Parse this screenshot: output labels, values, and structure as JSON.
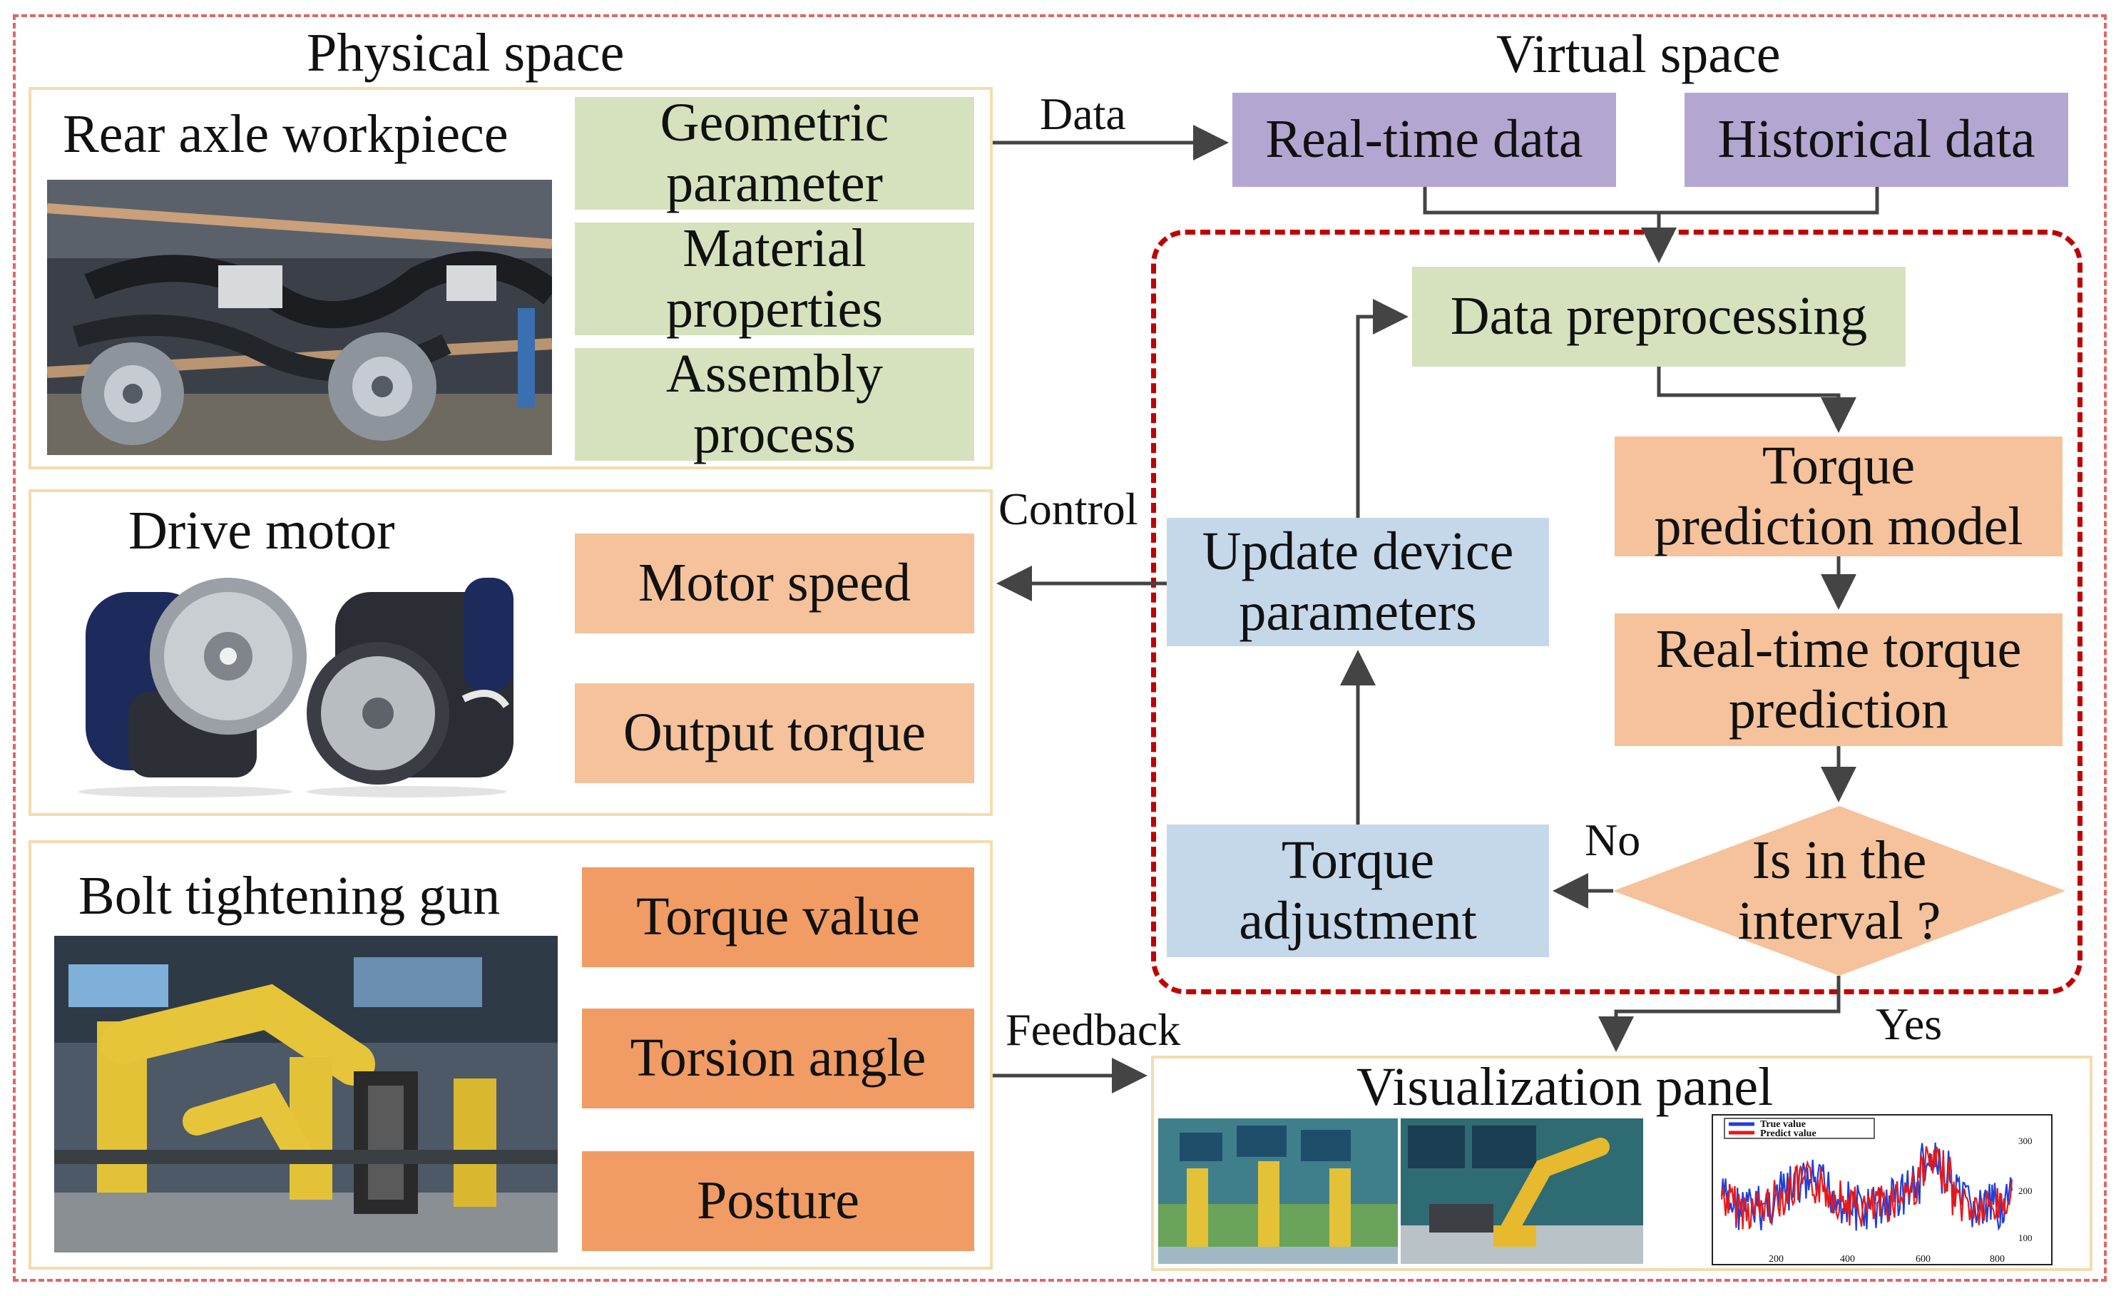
{
  "physical": {
    "title": "Physical space",
    "rear_axle": {
      "title": "Rear axle workpiece",
      "items": [
        "Geometric\nparameter",
        "Material\nproperties",
        "Assembly\nprocess"
      ]
    },
    "drive_motor": {
      "title": "Drive motor",
      "items": [
        "Motor speed",
        "Output torque"
      ]
    },
    "bolt_gun": {
      "title": "Bolt tightening gun",
      "items": [
        "Torque value",
        "Torsion angle",
        "Posture"
      ]
    }
  },
  "virtual": {
    "title": "Virtual space",
    "realtime_data": "Real-time data",
    "historical_data": "Historical data",
    "preprocessing": "Data preprocessing",
    "torque_model": "Torque\nprediction model",
    "realtime_prediction": "Real-time torque\nprediction",
    "decision": "Is in the\ninterval ?",
    "torque_adjustment": "Torque\nadjustment",
    "update_params": "Update device\nparameters",
    "visualization": {
      "title": "Visualization panel",
      "chart_legend": [
        "True value",
        "Predict value"
      ],
      "chart_y_ticks": [
        "300",
        "200",
        "100"
      ],
      "chart_x_ticks": [
        "200",
        "400",
        "600",
        "800"
      ]
    }
  },
  "edges": {
    "data": "Data",
    "control": "Control",
    "feedback": "Feedback",
    "no": "No",
    "yes": "Yes"
  },
  "colors": {
    "green": "#d5e2bd",
    "salmon": "#f5c29b",
    "orange": "#f09c64",
    "purple": "#b3a7d1",
    "blue": "#c5d8ea",
    "outer_dash": "#e06666",
    "loop_dash": "#c00000"
  }
}
